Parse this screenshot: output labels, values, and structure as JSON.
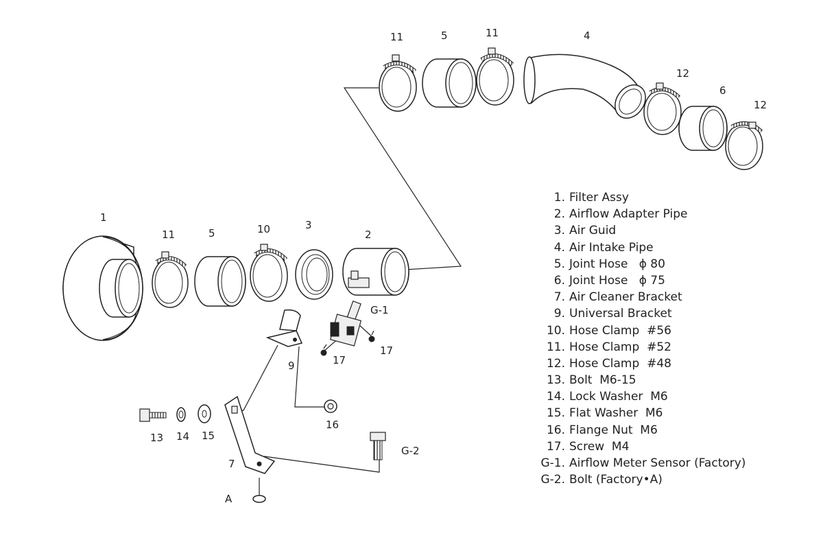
{
  "callouts": {
    "c11a": "11",
    "c5a": "5",
    "c11b": "11",
    "c4": "4",
    "c12a": "12",
    "c6": "6",
    "c12b": "12",
    "c1": "1",
    "c11c": "11",
    "c5b": "5",
    "c10": "10",
    "c3": "3",
    "c2": "2",
    "cG1": "G-1",
    "c17a": "17",
    "c17b": "17",
    "c9": "9",
    "c16": "16",
    "c13": "13",
    "c14": "14",
    "c15": "15",
    "c7": "7",
    "cG2": "G-2",
    "cA": "A"
  },
  "legend": [
    {
      "key": "1.",
      "text": "Filter Assy"
    },
    {
      "key": "2.",
      "text": "Airflow Adapter Pipe"
    },
    {
      "key": "3.",
      "text": "Air Guid"
    },
    {
      "key": "4.",
      "text": "Air Intake Pipe"
    },
    {
      "key": "5.",
      "text": "Joint Hose   ϕ 80"
    },
    {
      "key": "6.",
      "text": "Joint Hose   ϕ 75"
    },
    {
      "key": "7.",
      "text": "Air Cleaner Bracket"
    },
    {
      "key": "9.",
      "text": "Universal Bracket"
    },
    {
      "key": "10.",
      "text": "Hose Clamp  #56"
    },
    {
      "key": "11.",
      "text": "Hose Clamp  #52"
    },
    {
      "key": "12.",
      "text": "Hose Clamp  #48"
    },
    {
      "key": "13.",
      "text": "Bolt  M6-15"
    },
    {
      "key": "14.",
      "text": "Lock Washer  M6"
    },
    {
      "key": "15.",
      "text": "Flat Washer  M6"
    },
    {
      "key": "16.",
      "text": "Flange Nut  M6"
    },
    {
      "key": "17.",
      "text": "Screw  M4"
    },
    {
      "key": "G-1.",
      "text": "Airflow Meter Sensor (Factory)"
    },
    {
      "key": "G-2.",
      "text": "Bolt (Factory•A)"
    }
  ]
}
